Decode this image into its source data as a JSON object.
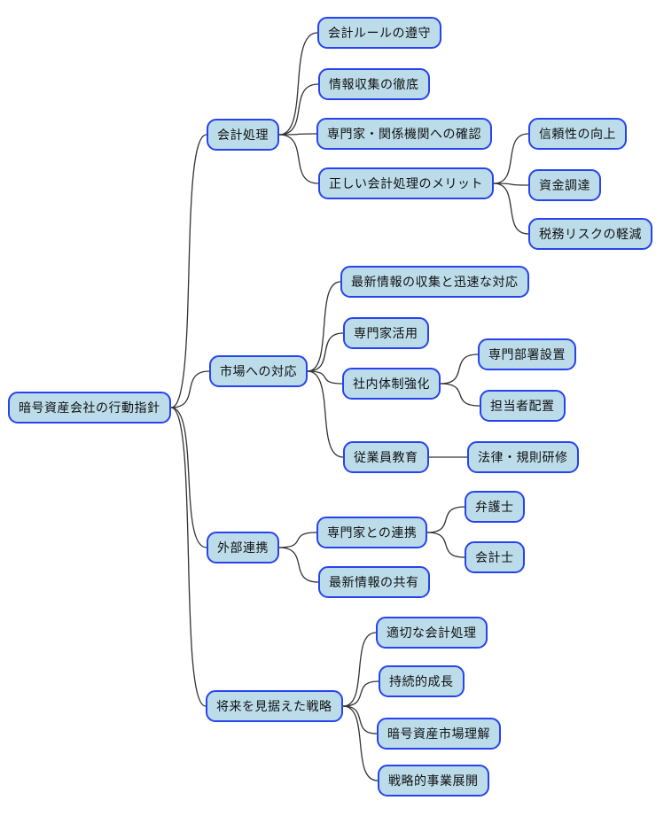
{
  "diagram": {
    "type": "mindmap",
    "direction": "left-to-right",
    "colors": {
      "background": "#ffffff",
      "node_fill": "#bcdcea",
      "node_border": "#2743ef",
      "node_text": "#111111",
      "connector": "#333333"
    },
    "nodes": [
      {
        "id": "root",
        "parent": null,
        "label": "暗号資産会社の行動指針"
      },
      {
        "id": "accounting",
        "parent": "root",
        "label": "会計処理"
      },
      {
        "id": "rule-compliance",
        "parent": "accounting",
        "label": "会計ルールの遵守"
      },
      {
        "id": "info-gathering",
        "parent": "accounting",
        "label": "情報収集の徹底"
      },
      {
        "id": "expert-confirmation",
        "parent": "accounting",
        "label": "専門家・関係機関への確認"
      },
      {
        "id": "correct-accounting-merits",
        "parent": "accounting",
        "label": "正しい会計処理のメリット"
      },
      {
        "id": "reliability-improvement",
        "parent": "correct-accounting-merits",
        "label": "信頼性の向上"
      },
      {
        "id": "fundraising",
        "parent": "correct-accounting-merits",
        "label": "資金調達"
      },
      {
        "id": "tax-risk-reduction",
        "parent": "correct-accounting-merits",
        "label": "税務リスクの軽減"
      },
      {
        "id": "market-response",
        "parent": "root",
        "label": "市場への対応"
      },
      {
        "id": "latest-info-response",
        "parent": "market-response",
        "label": "最新情報の収集と迅速な対応"
      },
      {
        "id": "expert-utilization",
        "parent": "market-response",
        "label": "専門家活用"
      },
      {
        "id": "internal-structure",
        "parent": "market-response",
        "label": "社内体制強化"
      },
      {
        "id": "dedicated-department",
        "parent": "internal-structure",
        "label": "専門部署設置"
      },
      {
        "id": "staff-assignment",
        "parent": "internal-structure",
        "label": "担当者配置"
      },
      {
        "id": "employee-education",
        "parent": "market-response",
        "label": "従業員教育"
      },
      {
        "id": "law-rule-training",
        "parent": "employee-education",
        "label": "法律・規則研修"
      },
      {
        "id": "external-collaboration",
        "parent": "root",
        "label": "外部連携"
      },
      {
        "id": "expert-collaboration",
        "parent": "external-collaboration",
        "label": "専門家との連携"
      },
      {
        "id": "lawyer",
        "parent": "expert-collaboration",
        "label": "弁護士"
      },
      {
        "id": "accountant",
        "parent": "expert-collaboration",
        "label": "会計士"
      },
      {
        "id": "latest-info-sharing",
        "parent": "external-collaboration",
        "label": "最新情報の共有"
      },
      {
        "id": "future-strategy",
        "parent": "root",
        "label": "将来を見据えた戦略"
      },
      {
        "id": "proper-accounting",
        "parent": "future-strategy",
        "label": "適切な会計処理"
      },
      {
        "id": "sustainable-growth",
        "parent": "future-strategy",
        "label": "持続的成長"
      },
      {
        "id": "crypto-market-understanding",
        "parent": "future-strategy",
        "label": "暗号資産市場理解"
      },
      {
        "id": "strategic-expansion",
        "parent": "future-strategy",
        "label": "戦略的事業展開"
      }
    ]
  }
}
